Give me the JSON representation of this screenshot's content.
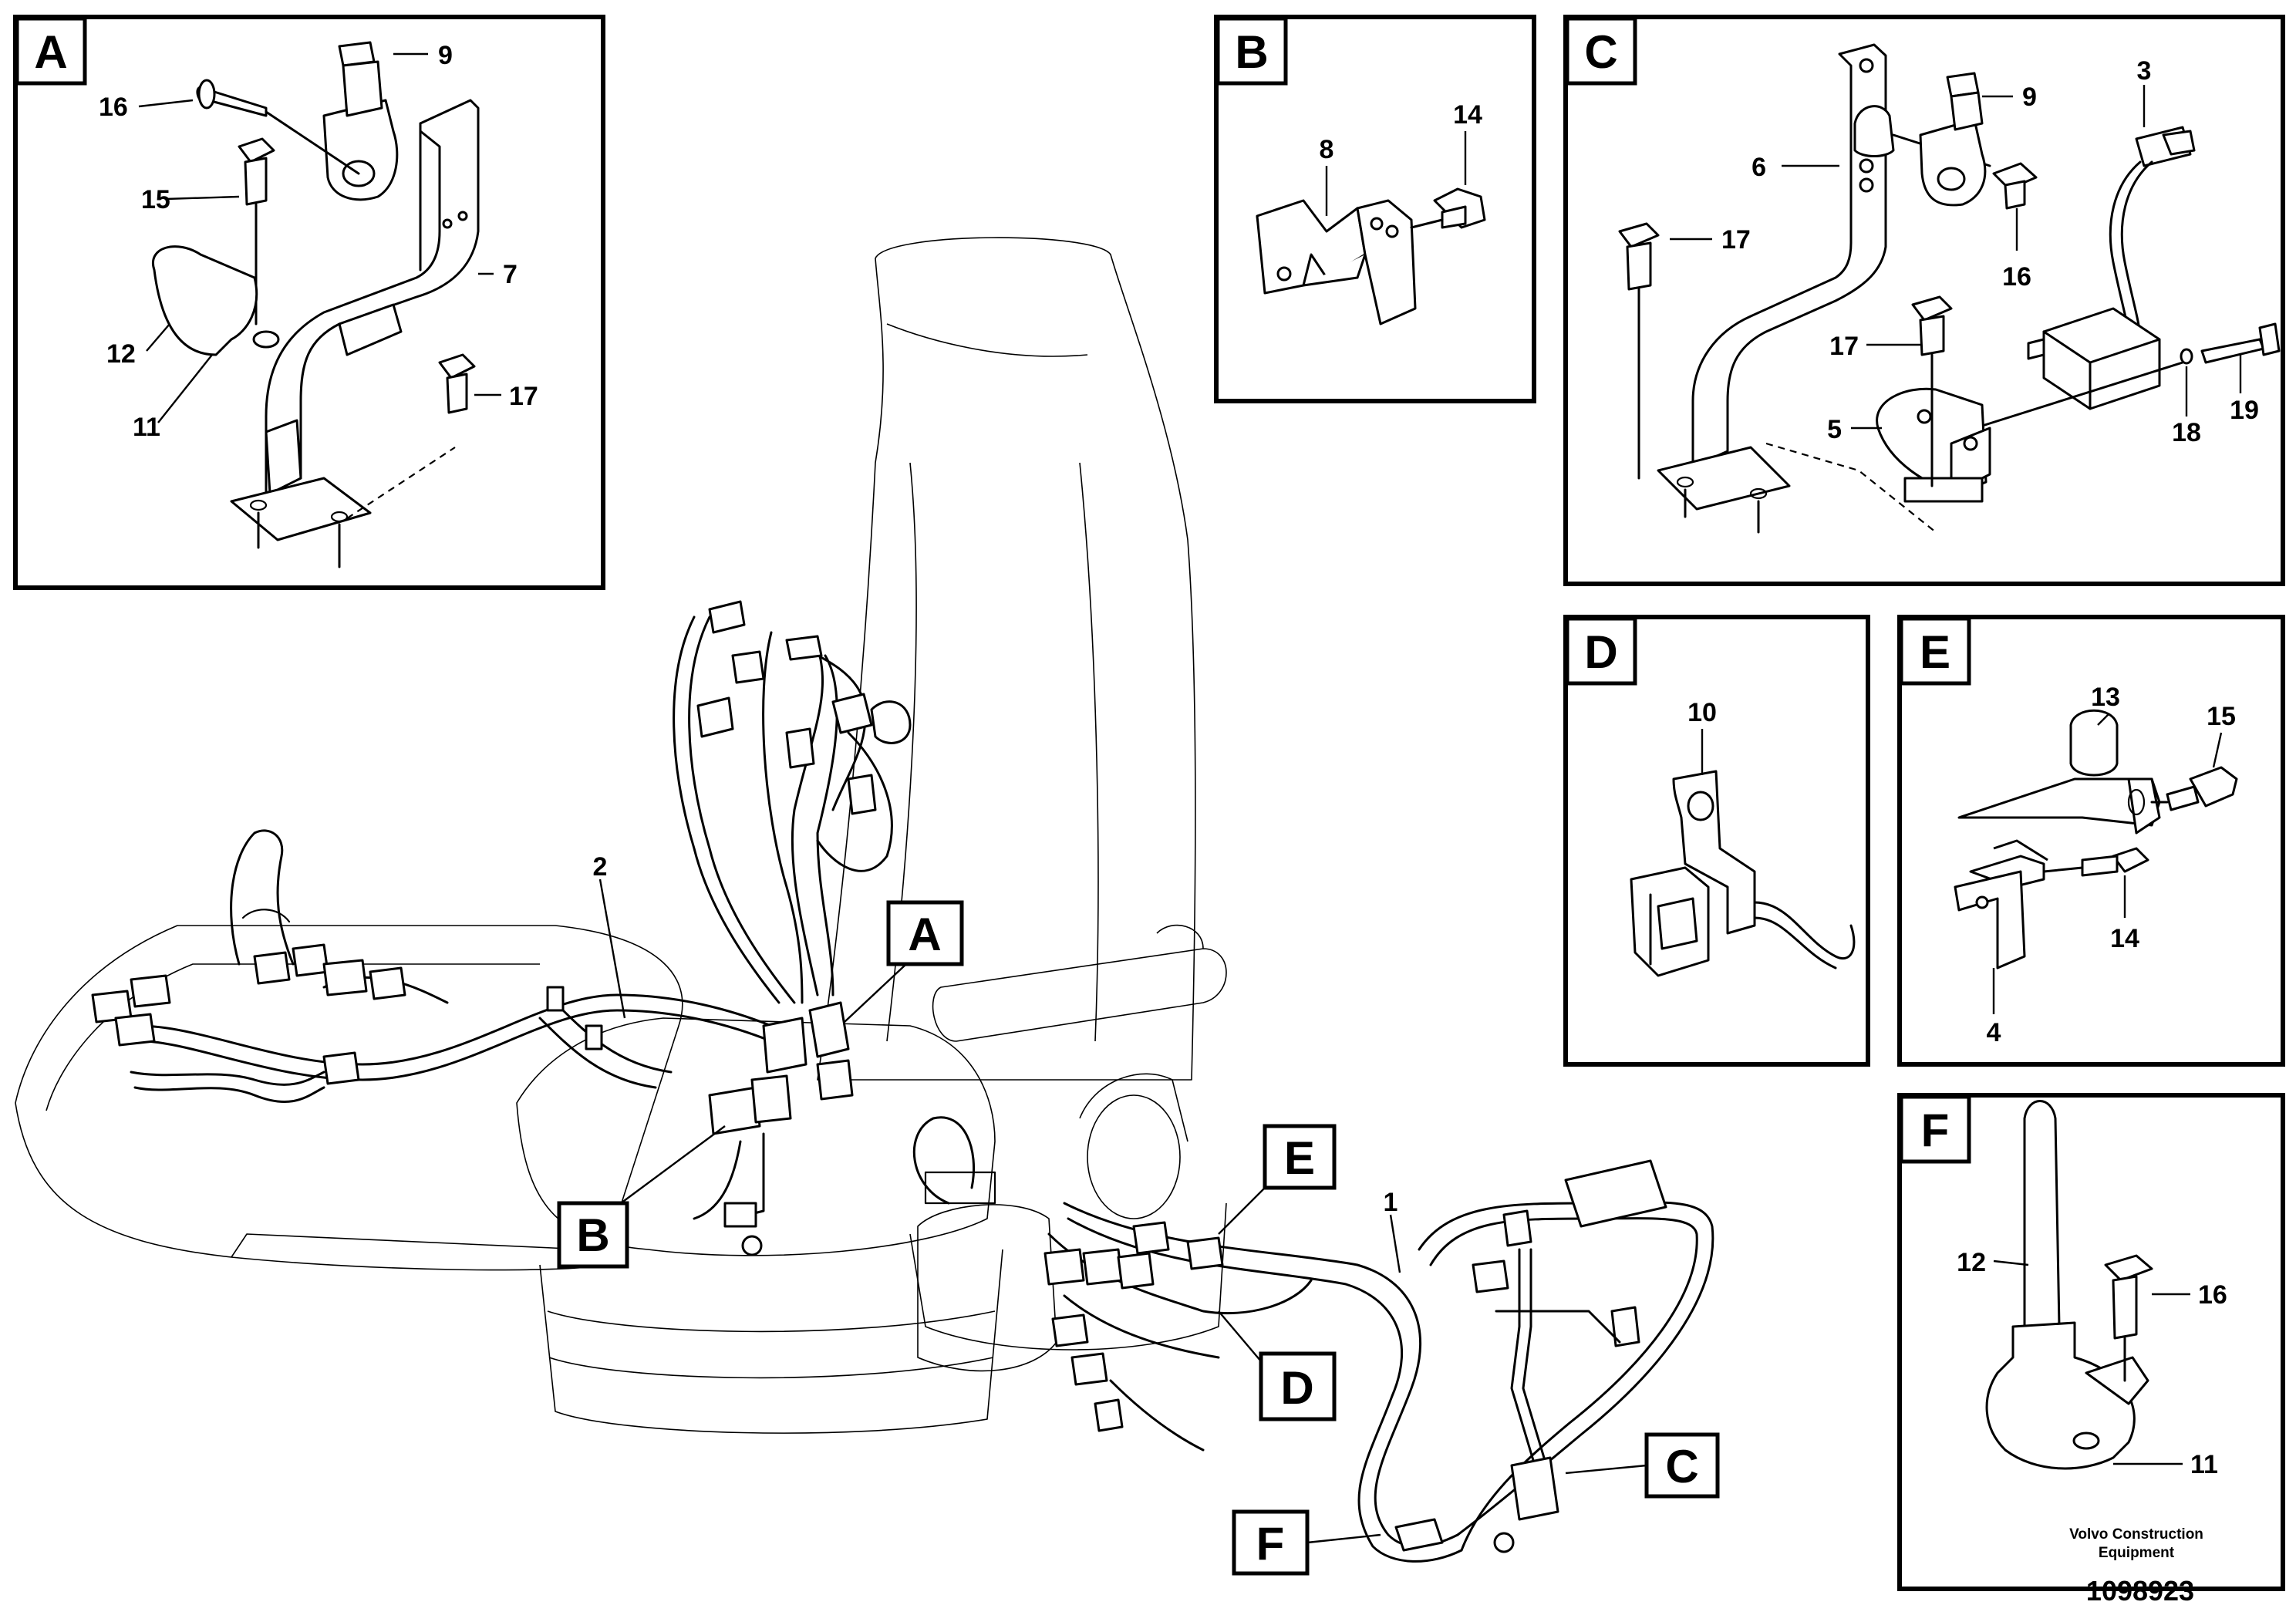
{
  "detail_tags": {
    "A": "A",
    "B": "B",
    "C": "C",
    "D": "D",
    "E": "E",
    "F": "F"
  },
  "main_tags": {
    "A": "A",
    "B": "B",
    "C": "C",
    "D": "D",
    "E": "E",
    "F": "F"
  },
  "main_labels": {
    "harness_1": "1",
    "harness_2": "2"
  },
  "panel_a": {
    "p9": "9",
    "p16": "16",
    "p15": "15",
    "p7": "7",
    "p12": "12",
    "p11": "11",
    "p17": "17"
  },
  "panel_b": {
    "p8": "8",
    "p14": "14"
  },
  "panel_c": {
    "p3": "3",
    "p9": "9",
    "p6": "6",
    "p17a": "17",
    "p16": "16",
    "p17b": "17",
    "p5": "5",
    "p18": "18",
    "p19": "19"
  },
  "panel_d": {
    "p10": "10"
  },
  "panel_e": {
    "p13": "13",
    "p15": "15",
    "p14": "14",
    "p4": "4"
  },
  "panel_f": {
    "p12": "12",
    "p16": "16",
    "p11": "11"
  },
  "footer": {
    "company_line1": "Volvo Construction",
    "company_line2": "Equipment",
    "drawing_number": "1098923"
  }
}
